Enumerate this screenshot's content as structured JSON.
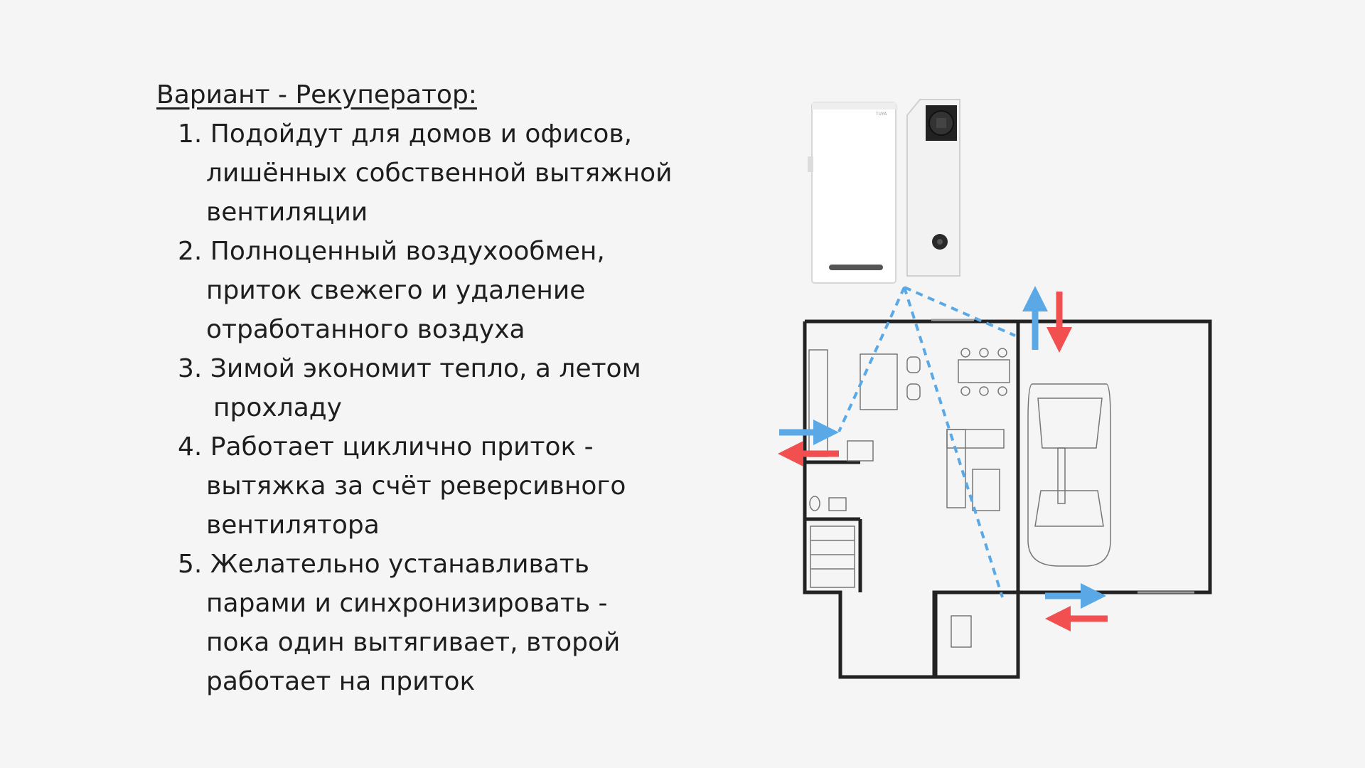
{
  "heading": "Вариант - Рекуператор:",
  "items": [
    {
      "lines": [
        "1.  Подойдут для домов и офисов,",
        "лишённых собственной вытяжной",
        "вентиляции"
      ]
    },
    {
      "lines": [
        "2. Полноценный воздухообмен,",
        "приток свежего и удаление",
        "отработанного воздуха"
      ]
    },
    {
      "lines": [
        "3. Зимой экономит тепло, а летом",
        " прохладу"
      ]
    },
    {
      "lines": [
        "4. Работает циклично приток -",
        "вытяжка за счёт реверсивного",
        "вентилятора"
      ]
    },
    {
      "lines": [
        "5. Желательно устанавливать",
        "парами и синхронизировать -",
        "пока один вытягивает, второй",
        "работает на приток"
      ]
    }
  ],
  "illustration": {
    "device_icon": "recuperator-unit-icon",
    "plan_icon": "house-floor-plan-icon",
    "colors": {
      "supply": "#5aa9e6",
      "exhaust": "#f25050",
      "duct": "#5aa9e6",
      "walls": "#222222"
    }
  }
}
